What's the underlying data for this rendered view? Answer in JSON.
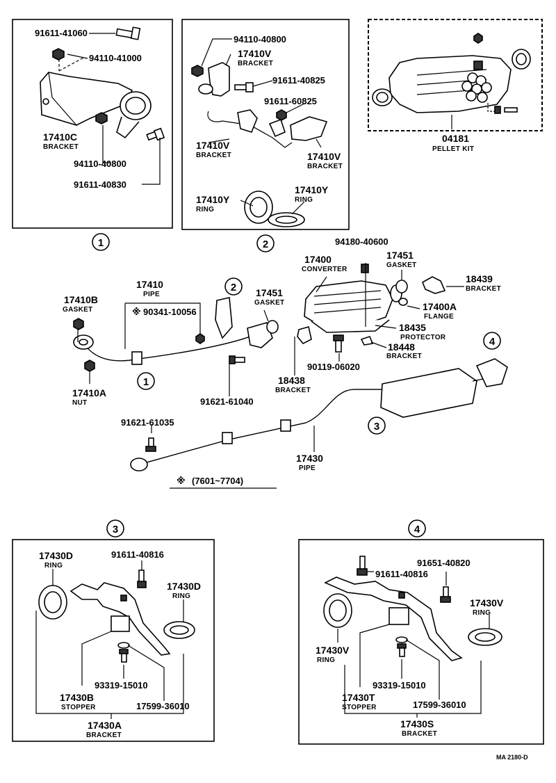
{
  "panels": {
    "p1": {
      "callout": "1",
      "parts": [
        {
          "pn": "91611-41060",
          "desc": ""
        },
        {
          "pn": "94110-41000",
          "desc": ""
        },
        {
          "pn": "17410C",
          "desc": "BRACKET"
        },
        {
          "pn": "94110-40800",
          "desc": ""
        },
        {
          "pn": "91611-40830",
          "desc": ""
        }
      ]
    },
    "p2": {
      "callout": "2",
      "parts": [
        {
          "pn": "94110-40800",
          "desc": ""
        },
        {
          "pn": "17410V",
          "desc": "BRACKET"
        },
        {
          "pn": "91611-40825",
          "desc": ""
        },
        {
          "pn": "91611-60825",
          "desc": ""
        },
        {
          "pn": "17410V",
          "desc": "BRACKET"
        },
        {
          "pn": "17410V",
          "desc": "BRACKET"
        },
        {
          "pn": "17410Y",
          "desc": "RING"
        },
        {
          "pn": "17410Y",
          "desc": "RING"
        }
      ]
    },
    "kit": {
      "pn": "04181",
      "desc": "PELLET KIT"
    },
    "p3": {
      "callout": "3",
      "parts": [
        {
          "pn": "17430D",
          "desc": "RING"
        },
        {
          "pn": "91611-40816",
          "desc": ""
        },
        {
          "pn": "17430D",
          "desc": "RING"
        },
        {
          "pn": "93319-15010",
          "desc": ""
        },
        {
          "pn": "17430B",
          "desc": "STOPPER"
        },
        {
          "pn": "17599-36010",
          "desc": ""
        },
        {
          "pn": "17430A",
          "desc": "BRACKET"
        }
      ]
    },
    "p4": {
      "callout": "4",
      "parts": [
        {
          "pn": "91651-40820",
          "desc": ""
        },
        {
          "pn": "91611-40816",
          "desc": ""
        },
        {
          "pn": "17430V",
          "desc": "RING"
        },
        {
          "pn": "17430V",
          "desc": "RING"
        },
        {
          "pn": "93319-15010",
          "desc": ""
        },
        {
          "pn": "17430T",
          "desc": "STOPPER"
        },
        {
          "pn": "17599-36010",
          "desc": ""
        },
        {
          "pn": "17430S",
          "desc": "BRACKET"
        }
      ]
    }
  },
  "main": {
    "parts": [
      {
        "pn": "94180-40600",
        "desc": ""
      },
      {
        "pn": "17400",
        "desc": "CONVERTER"
      },
      {
        "pn": "17451",
        "desc": "GASKET"
      },
      {
        "pn": "18439",
        "desc": "BRACKET"
      },
      {
        "pn": "17410",
        "desc": "PIPE"
      },
      {
        "pn": "17410B",
        "desc": "GASKET"
      },
      {
        "pn": "90341-10056",
        "desc": ""
      },
      {
        "pn": "17451",
        "desc": "GASKET"
      },
      {
        "pn": "17400A",
        "desc": "FLANGE"
      },
      {
        "pn": "18435",
        "desc": "PROTECTOR"
      },
      {
        "pn": "18448",
        "desc": "BRACKET"
      },
      {
        "pn": "90119-06020",
        "desc": ""
      },
      {
        "pn": "17410A",
        "desc": "NUT"
      },
      {
        "pn": "91621-61040",
        "desc": ""
      },
      {
        "pn": "18438",
        "desc": "BRACKET"
      },
      {
        "pn": "91621-61035",
        "desc": ""
      },
      {
        "pn": "17430",
        "desc": "PIPE"
      }
    ],
    "callouts": [
      "1",
      "2",
      "3",
      "4"
    ],
    "note_symbol": "※",
    "date_note": "(7601~7704)"
  },
  "figure_code": "MA 2180-D"
}
